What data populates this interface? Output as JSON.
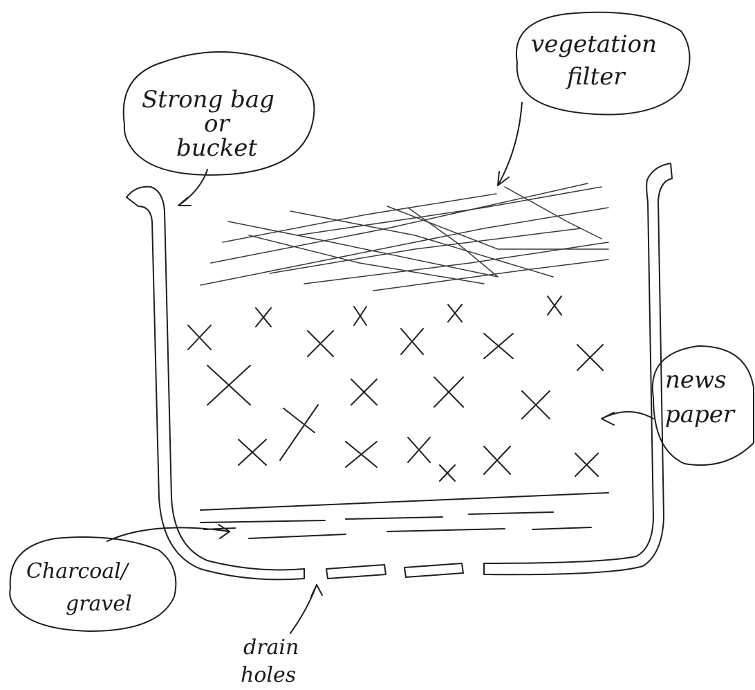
{
  "labels": {
    "container_line1": "Strong bag",
    "container_line2": "or",
    "container_line3": "bucket",
    "vegetation_line1": "vegetation",
    "vegetation_line2": "filter",
    "newspaper_line1": "news",
    "newspaper_line2": "paper",
    "charcoal_line1": "Charcoal/",
    "charcoal_line2": "gravel",
    "drain_line1": "drain",
    "drain_line2": "holes"
  }
}
